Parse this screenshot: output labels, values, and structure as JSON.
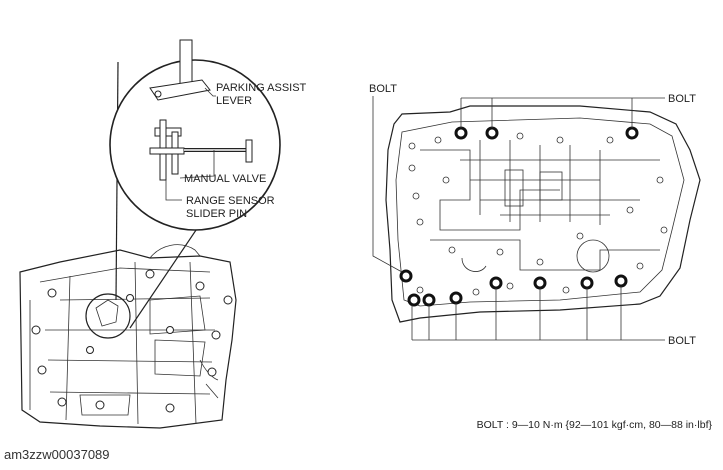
{
  "callouts": {
    "parking_assist_lever": [
      "PARKING ASSIST",
      "LEVER"
    ],
    "manual_valve": "MANUAL VALVE",
    "range_sensor_slider_pin": [
      "RANGE SENSOR",
      "SLIDER PIN"
    ]
  },
  "bolt_labels": {
    "top_left": "BOLT",
    "top_right": "BOLT",
    "bottom_right": "BOLT"
  },
  "torque_spec": "BOLT : 9—10 N·m {92—101 kgf·cm, 80—88 in·lbf}",
  "figure_id": "am3zzw00037089"
}
